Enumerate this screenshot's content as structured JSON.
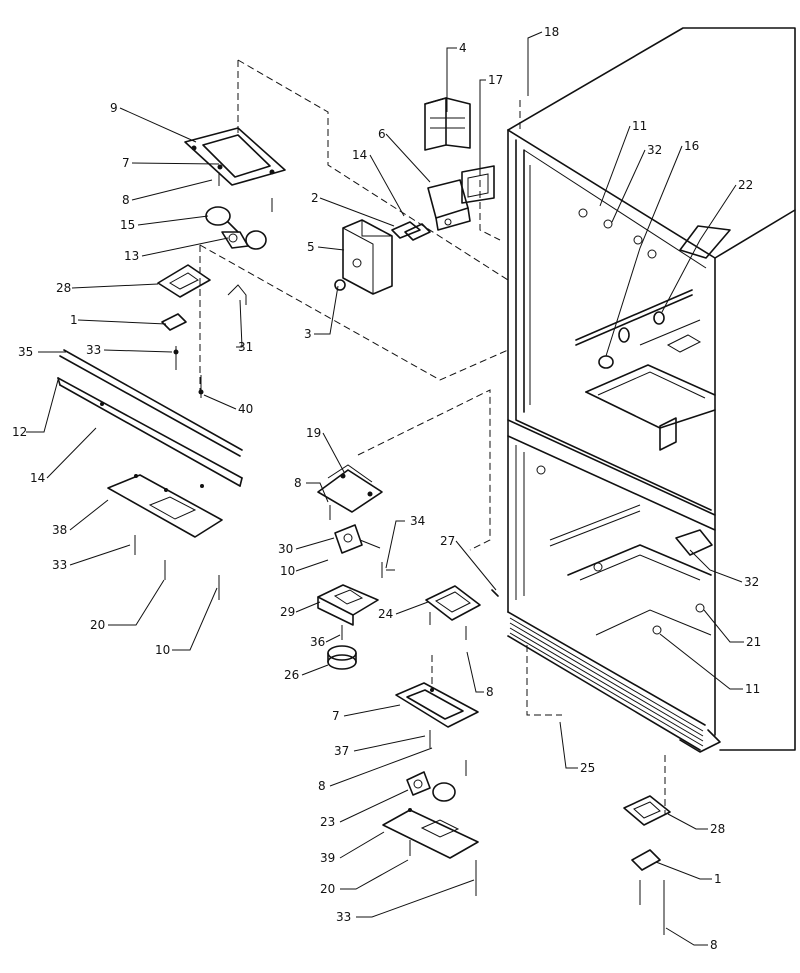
{
  "callouts": [
    {
      "text": "18"
    },
    {
      "text": "4"
    },
    {
      "text": "17"
    },
    {
      "text": "9"
    },
    {
      "text": "6"
    },
    {
      "text": "11"
    },
    {
      "text": "32"
    },
    {
      "text": "16"
    },
    {
      "text": "7"
    },
    {
      "text": "14"
    },
    {
      "text": "8"
    },
    {
      "text": "2"
    },
    {
      "text": "22"
    },
    {
      "text": "15"
    },
    {
      "text": "5"
    },
    {
      "text": "13"
    },
    {
      "text": "28"
    },
    {
      "text": "1"
    },
    {
      "text": "3"
    },
    {
      "text": "31"
    },
    {
      "text": "35"
    },
    {
      "text": "33"
    },
    {
      "text": "40"
    },
    {
      "text": "12"
    },
    {
      "text": "14"
    },
    {
      "text": "19"
    },
    {
      "text": "8"
    },
    {
      "text": "34"
    },
    {
      "text": "38"
    },
    {
      "text": "30"
    },
    {
      "text": "27"
    },
    {
      "text": "33"
    },
    {
      "text": "10"
    },
    {
      "text": "32"
    },
    {
      "text": "29"
    },
    {
      "text": "24"
    },
    {
      "text": "20"
    },
    {
      "text": "36"
    },
    {
      "text": "21"
    },
    {
      "text": "10"
    },
    {
      "text": "26"
    },
    {
      "text": "8"
    },
    {
      "text": "11"
    },
    {
      "text": "7"
    },
    {
      "text": "37"
    },
    {
      "text": "25"
    },
    {
      "text": "8"
    },
    {
      "text": "23"
    },
    {
      "text": "28"
    },
    {
      "text": "39"
    },
    {
      "text": "1"
    },
    {
      "text": "20"
    },
    {
      "text": "33"
    },
    {
      "text": "8"
    }
  ]
}
